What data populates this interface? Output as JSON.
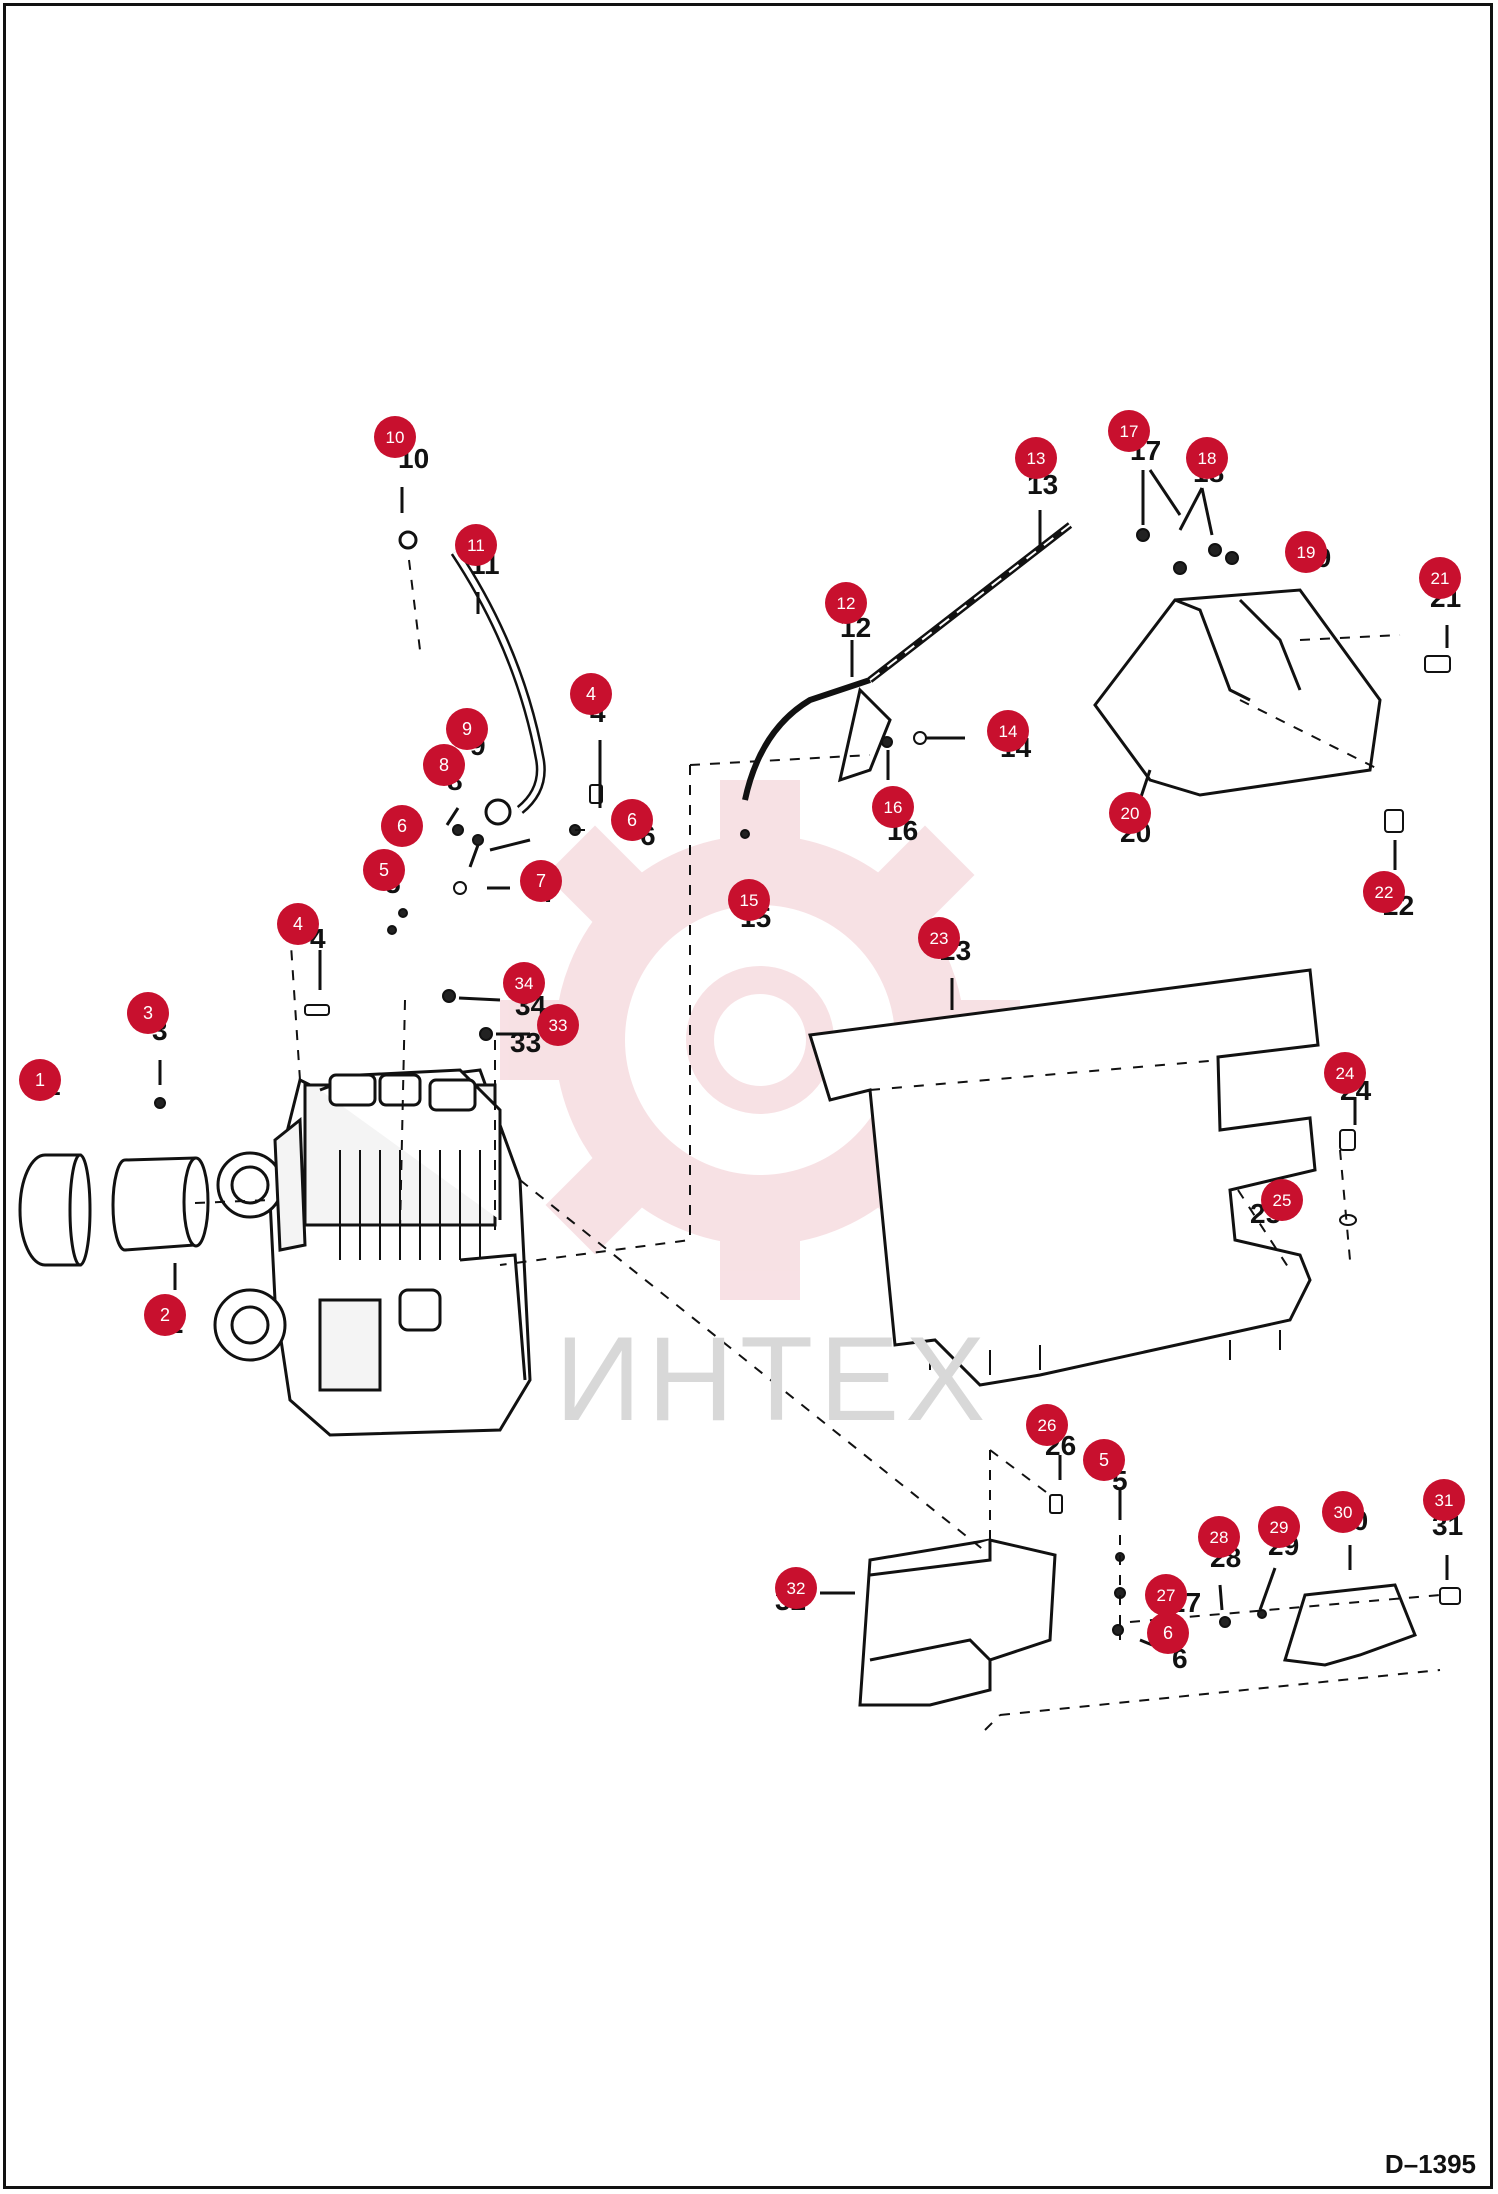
{
  "document": {
    "code": "D–1395"
  },
  "watermark": {
    "text": "ИНТЕХ",
    "color": "#f2c9cf"
  },
  "callout_color": "#c8102e",
  "callouts": [
    {
      "id": "c1",
      "label": "1"
    },
    {
      "id": "c2",
      "label": "2"
    },
    {
      "id": "c3",
      "label": "3"
    },
    {
      "id": "c4a",
      "label": "4"
    },
    {
      "id": "c4b",
      "label": "4"
    },
    {
      "id": "c5a",
      "label": "5"
    },
    {
      "id": "c5b",
      "label": "5"
    },
    {
      "id": "c6a",
      "label": "6"
    },
    {
      "id": "c6b",
      "label": "6"
    },
    {
      "id": "c6c",
      "label": "6"
    },
    {
      "id": "c7",
      "label": "7"
    },
    {
      "id": "c8",
      "label": "8"
    },
    {
      "id": "c9",
      "label": "9"
    },
    {
      "id": "c10",
      "label": "10"
    },
    {
      "id": "c11",
      "label": "11"
    },
    {
      "id": "c12",
      "label": "12"
    },
    {
      "id": "c13",
      "label": "13"
    },
    {
      "id": "c14",
      "label": "14"
    },
    {
      "id": "c15",
      "label": "15"
    },
    {
      "id": "c16",
      "label": "16"
    },
    {
      "id": "c17",
      "label": "17"
    },
    {
      "id": "c18",
      "label": "18"
    },
    {
      "id": "c19",
      "label": "19"
    },
    {
      "id": "c20",
      "label": "20"
    },
    {
      "id": "c21",
      "label": "21"
    },
    {
      "id": "c22",
      "label": "22"
    },
    {
      "id": "c23",
      "label": "23"
    },
    {
      "id": "c24",
      "label": "24"
    },
    {
      "id": "c25",
      "label": "25"
    },
    {
      "id": "c26",
      "label": "26"
    },
    {
      "id": "c27",
      "label": "27"
    },
    {
      "id": "c28",
      "label": "28"
    },
    {
      "id": "c29",
      "label": "29"
    },
    {
      "id": "c30",
      "label": "30"
    },
    {
      "id": "c31",
      "label": "31"
    },
    {
      "id": "c32",
      "label": "32"
    },
    {
      "id": "c33",
      "label": "33"
    },
    {
      "id": "c34",
      "label": "34"
    }
  ]
}
